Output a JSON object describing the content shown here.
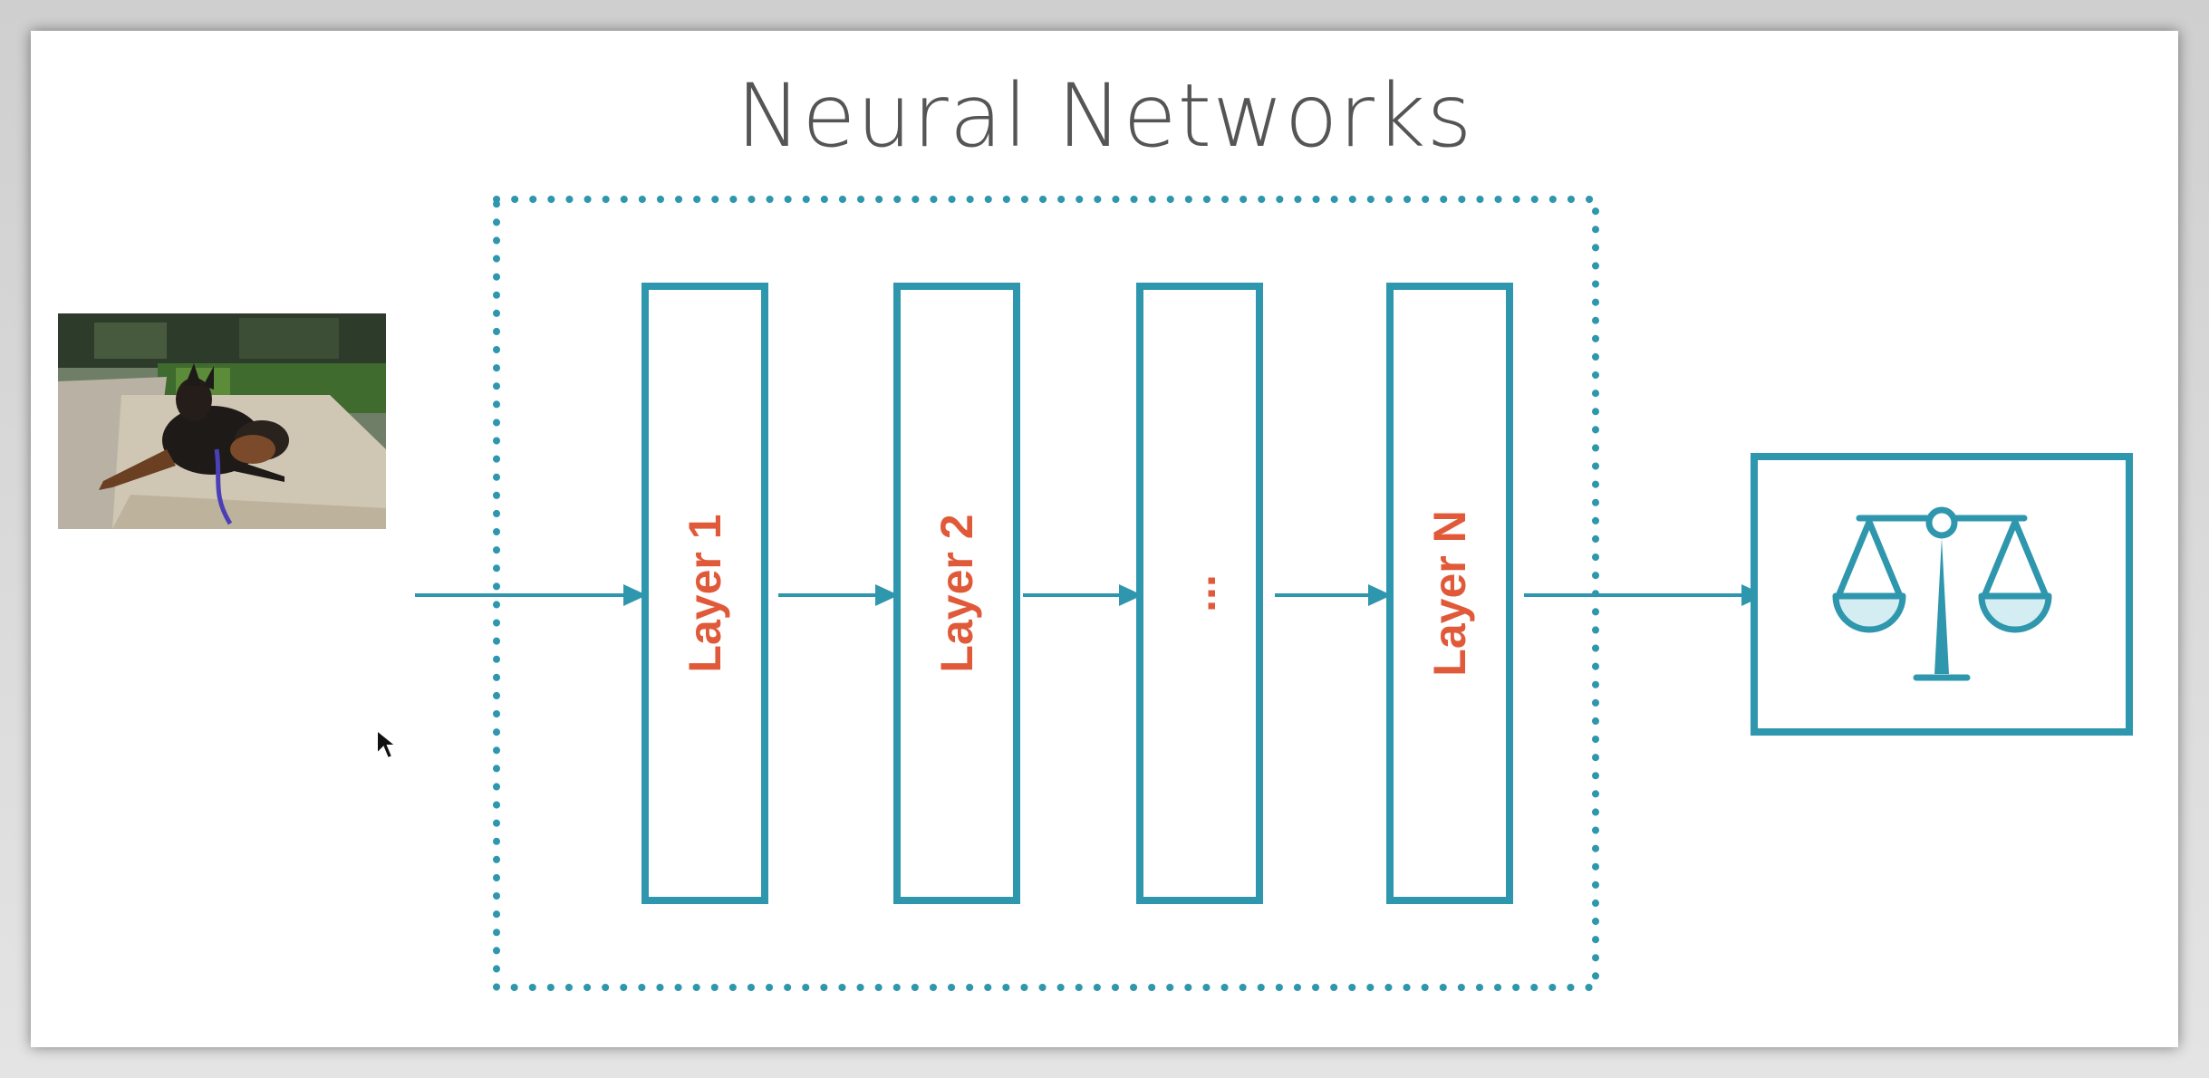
{
  "title": "Neural Networks",
  "colors": {
    "accent": "#2f97ad",
    "label": "#e05a3a",
    "title": "#555555",
    "background": "#ffffff"
  },
  "input_image": {
    "subject": "photo of a dog lying on a stone bench"
  },
  "layers": [
    {
      "label": "Layer 1"
    },
    {
      "label": "Layer 2"
    },
    {
      "label": "..."
    },
    {
      "label": "Layer N"
    }
  ],
  "output": {
    "icon": "balance-scale-icon"
  }
}
